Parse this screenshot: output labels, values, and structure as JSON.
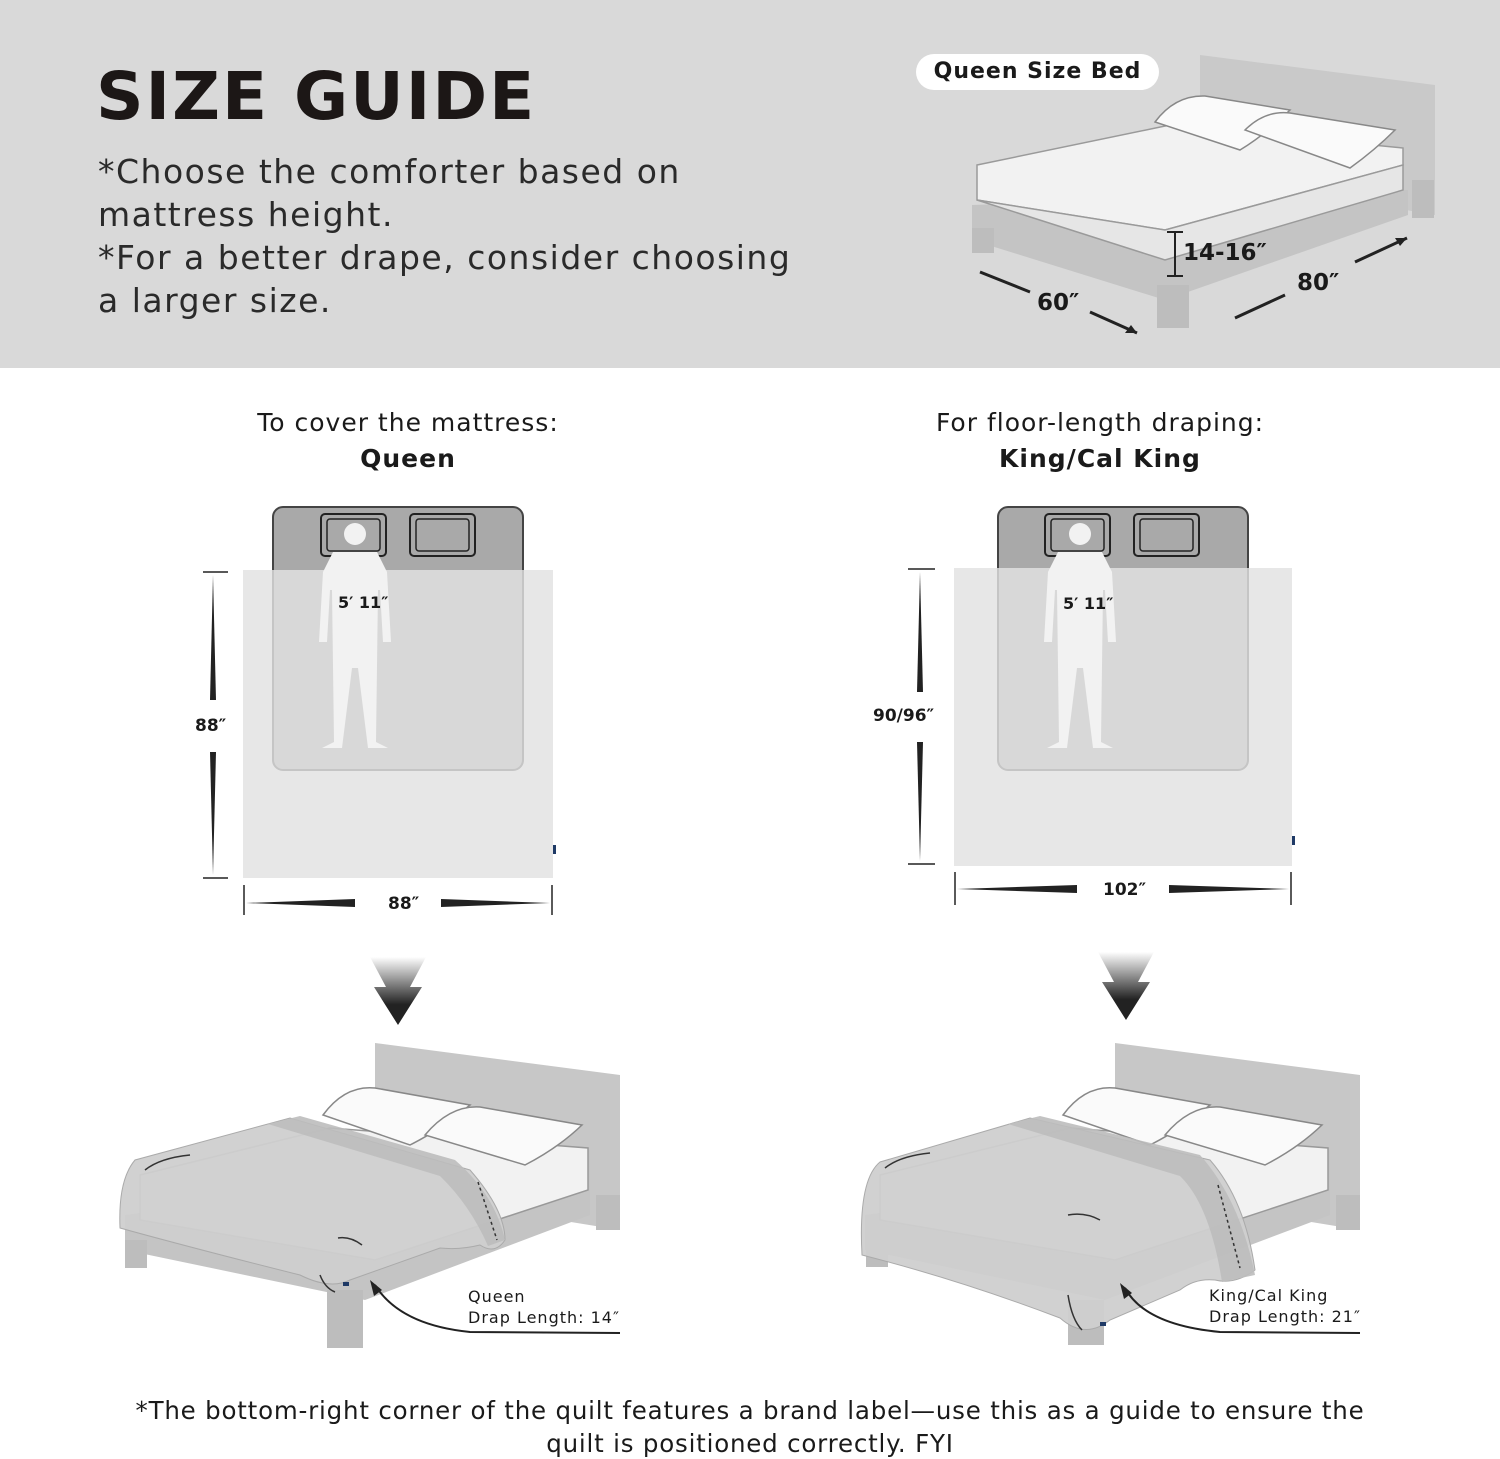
{
  "header": {
    "title": "SIZE GUIDE",
    "notes": [
      "*Choose the comforter based on",
      "mattress height.",
      "*For a better drape, consider choosing",
      "a larger size."
    ],
    "bed_badge": "Queen Size Bed",
    "mattress_height": "14-16″",
    "bed_length": "80″",
    "bed_width": "60″"
  },
  "left": {
    "heading": "To cover the mattress:",
    "size": "Queen",
    "person_height": "5′ 11″",
    "quilt_length": "88″",
    "quilt_width": "88″",
    "drape_size": "Queen",
    "drape_length": "Drap Length: 14″"
  },
  "right": {
    "heading": "For floor-length draping:",
    "size": "King/Cal King",
    "person_height": "5′ 11″",
    "quilt_length": "90/96″",
    "quilt_width": "102″",
    "drape_size": "King/Cal King",
    "drape_length": "Drap Length: 21″"
  },
  "footer": {
    "line1": "*The bottom-right corner of the quilt features a brand label—use this as a guide to ensure the",
    "line2": "quilt is positioned correctly.  FYI"
  },
  "colors": {
    "header_bg": "#d9d9d9",
    "quilt": "#dcdcdc",
    "bed_frame": "#c4c4c4",
    "text": "#1a1a1a",
    "brand_label": "#1f3a66"
  }
}
